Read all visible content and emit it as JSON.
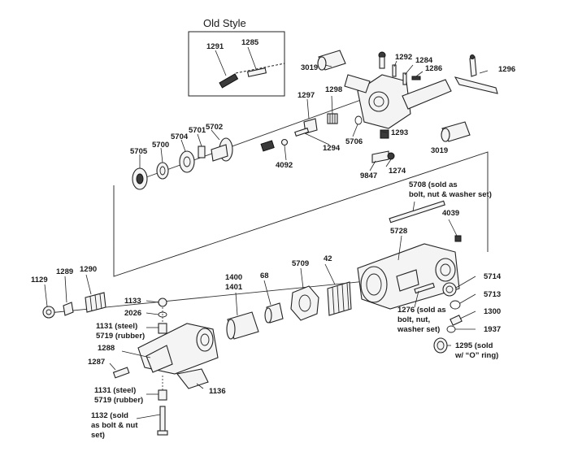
{
  "inset": {
    "title": "Old Style",
    "parts": [
      "1291",
      "1285"
    ]
  },
  "labels": {
    "p1291": "1291",
    "p1285": "1285",
    "p3019a": "3019",
    "p1292": "1292",
    "p1284": "1284",
    "p1286": "1286",
    "p1296": "1296",
    "p1297": "1297",
    "p1298": "1298",
    "p5702": "5702",
    "p5701": "5701",
    "p5704": "5704",
    "p5700": "5700",
    "p5705": "5705",
    "p1293": "1293",
    "p5706": "5706",
    "p1294": "1294",
    "p3019b": "3019",
    "p4092": "4092",
    "p9847": "9847",
    "p1274": "1274",
    "p5708_1": "5708 (sold as",
    "p5708_2": "bolt, nut & washer set)",
    "p4039": "4039",
    "p5728": "5728",
    "p1129": "1129",
    "p1289": "1289",
    "p1290": "1290",
    "p1400": "1400",
    "p1401": "1401",
    "p68": "68",
    "p5709": "5709",
    "p42": "42",
    "p5714": "5714",
    "p5713": "5713",
    "p1133": "1133",
    "p2026": "2026",
    "p1131a_1": "1131 (steel)",
    "p1131a_2": "5719 (rubber)",
    "p1276_1": "1276 (sold as",
    "p1276_2": "bolt, nut,",
    "p1276_3": "washer set)",
    "p1300": "1300",
    "p1937": "1937",
    "p1288": "1288",
    "p1287": "1287",
    "p1295_1": "1295 (sold",
    "p1295_2": "w/ “O” ring)",
    "p1136": "1136",
    "p1131b_1": "1131 (steel)",
    "p1131b_2": "5719 (rubber)",
    "p1132_1": "1132 (sold",
    "p1132_2": "as bolt & nut",
    "p1132_3": "set)"
  }
}
